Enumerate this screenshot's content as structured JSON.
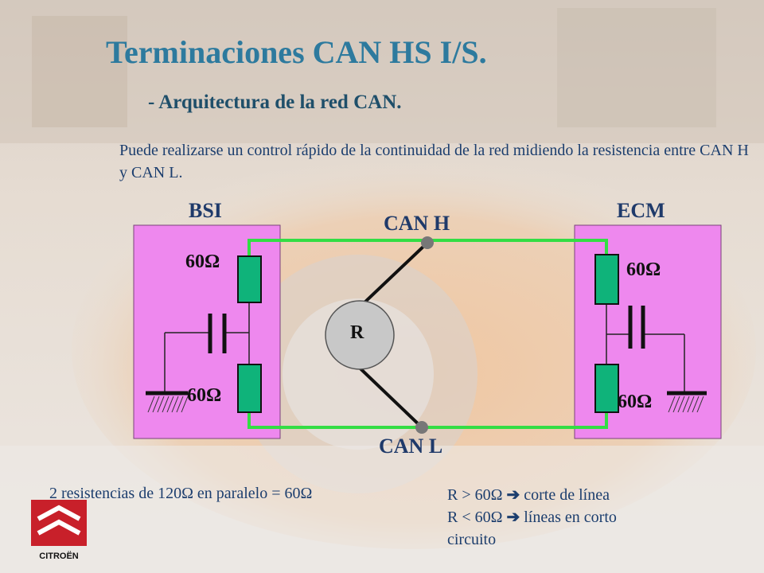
{
  "title": "Terminaciones CAN HS I/S.",
  "subtitle": "- Arquitectura de la red CAN.",
  "description": "Puede realizarse un control rápido de la continuidad de la red midiendo la resistencia entre CAN H y CAN L.",
  "diagram": {
    "left_module": "BSI",
    "right_module": "ECM",
    "can_high": "CAN H",
    "can_low": "CAN L",
    "meter": "R",
    "left_res_top": "60Ω",
    "left_res_bottom": "60Ω",
    "right_res_top": "60Ω",
    "right_res_bottom": "60Ω"
  },
  "footer_note": "2 resistencias de 120Ω en paralelo = 60Ω",
  "rules": {
    "line1_prefix": "R > 60Ω",
    "line1_text": "corte de línea",
    "line2_prefix": "R < 60Ω",
    "line2_text": "líneas en corto",
    "line3_text": "circuito",
    "arrow": "➔"
  },
  "logo_text": "CITROËN",
  "colors": {
    "title": "#2d7a9e",
    "module_fill": "#ee88ee",
    "wire": "#33dd44",
    "resistor": "#0fb37a"
  }
}
